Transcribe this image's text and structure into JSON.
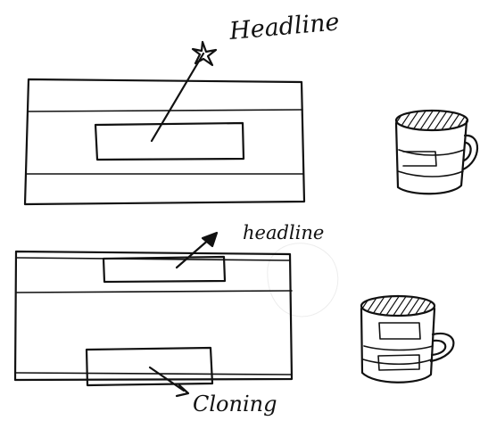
{
  "sketch": {
    "top": {
      "label": "Headline"
    },
    "bottom": {
      "label": "headline",
      "bottom_label": "Cloning"
    }
  }
}
